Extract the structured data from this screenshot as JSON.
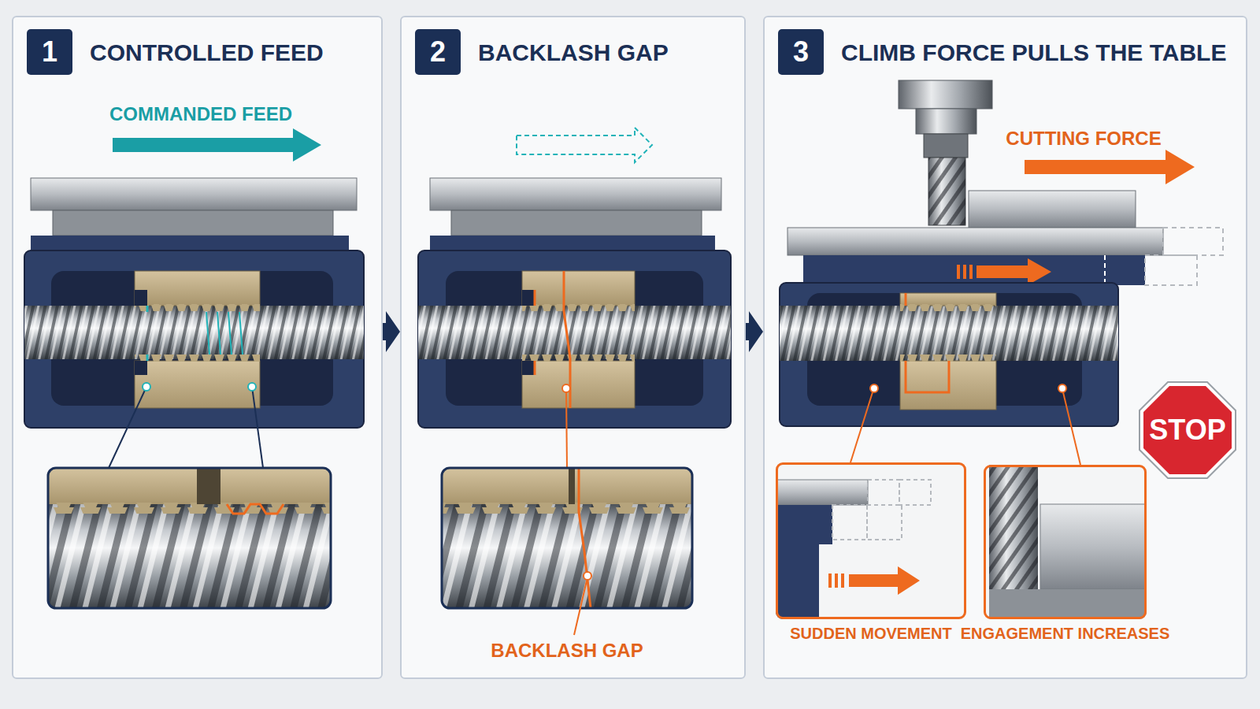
{
  "diagram": {
    "nodes": [
      {
        "text": [
          "CONTROLLED FEED"
        ]
      },
      {
        "text": [
          "1"
        ],
        "in": 0
      },
      {
        "text": [
          "BACKLASH GAP"
        ]
      },
      {
        "text": [
          "2"
        ],
        "in": 2
      },
      {
        "text": [
          "CLIMB FORCE PULLS THE TABLE"
        ]
      },
      {
        "text": [
          "3"
        ],
        "in": 4
      },
      {
        "text": [
          "SUDDEN MOVEMENT"
        ],
        "in": 4
      },
      {
        "text": [
          "ENGAGEMENT INCREASES"
        ],
        "in": 4
      },
      {
        "text": [
          "STOP"
        ],
        "in": 4
      }
    ],
    "edges": [
      {
        "from": 0,
        "to": 2,
        "arrow": "to"
      },
      {
        "from": 2,
        "to": 4,
        "arrow": "to"
      }
    ],
    "labels": [
      "COMMANDED FEED",
      "BACKLASH GAP",
      "CUTTING FORCE"
    ]
  }
}
